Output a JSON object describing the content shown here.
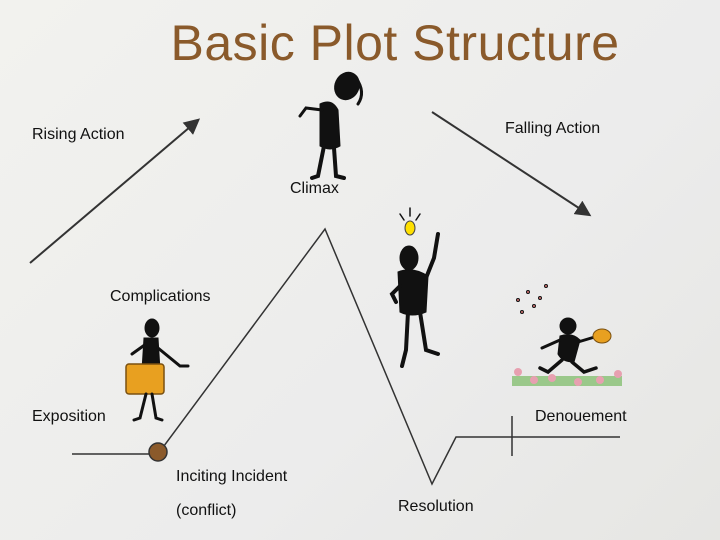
{
  "title": "Basic Plot Structure",
  "labels": {
    "rising_action": "Rising Action",
    "falling_action": "Falling Action",
    "climax": "Climax",
    "complications": "Complications",
    "exposition": "Exposition",
    "denouement": "Denouement",
    "inciting_incident": "Inciting Incident",
    "conflict": "(conflict)",
    "resolution": "Resolution"
  },
  "colors": {
    "title": "#8a5a2b",
    "lines": "#333333",
    "inciting_dot": "#8b5a2b",
    "box": "#e8a020",
    "bulb": "#ffe000"
  }
}
